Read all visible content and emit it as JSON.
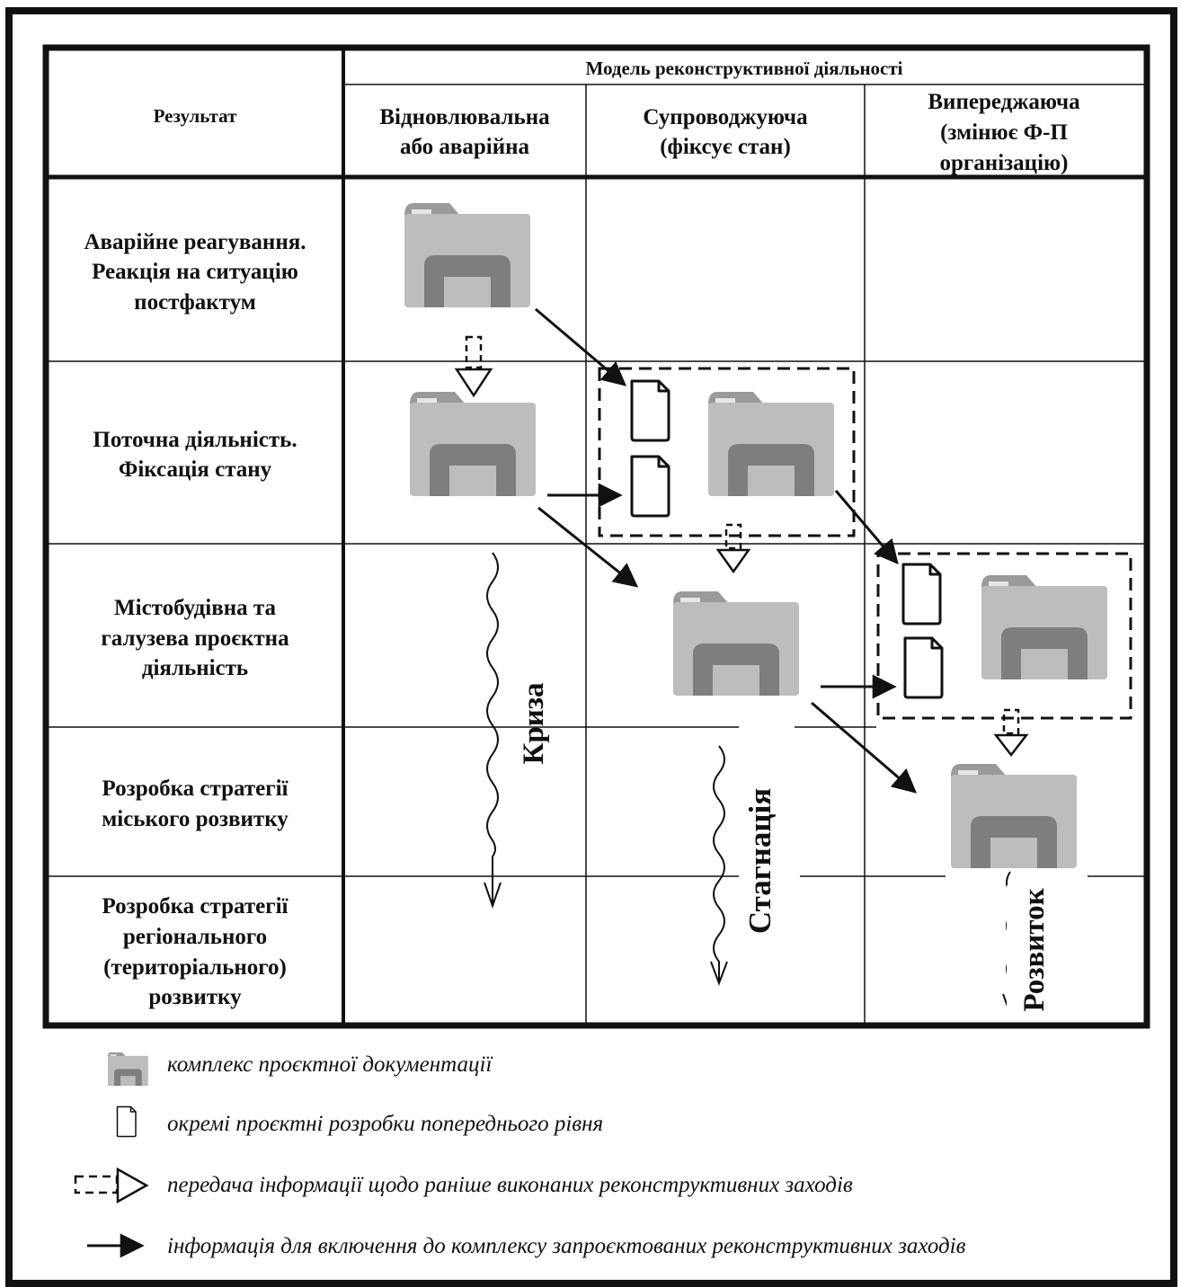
{
  "header": {
    "model_title": "Модель реконструктивної діяльності",
    "result_label": "Результат",
    "columns": [
      [
        "Відновлювальна",
        "або аварійна"
      ],
      [
        "Супроводжуюча",
        "(фіксує стан)"
      ],
      [
        "Випереджаюча",
        "(змінює Ф-П",
        "організацію)"
      ]
    ]
  },
  "rows": [
    [
      "Аварійне реагування.",
      "Реакція на ситуацію",
      "постфактум"
    ],
    [
      "Поточна діяльність.",
      "Фіксація стану"
    ],
    [
      "Містобудівна та",
      "галузева проєктна",
      "діяльність"
    ],
    [
      "Розробка стратегії",
      "міського розвитку"
    ],
    [
      "Розробка стратегії",
      "регіонального",
      "(територіального)",
      "розвитку"
    ]
  ],
  "trend_labels": {
    "crisis": "Криза",
    "stagnation": "Стагнація",
    "development": "Розвиток"
  },
  "legend": [
    {
      "icon": "folder-icon",
      "text": "комплекс проєктної документації"
    },
    {
      "icon": "document-icon",
      "text": "окремі проєктні розробки попереднього рівня"
    },
    {
      "icon": "dashed-arrow-icon",
      "text": "передача інформації щодо раніше виконаних реконструктивних заходів"
    },
    {
      "icon": "solid-arrow-icon",
      "text": "інформація  для включення до комплексу запроєктованих реконструктивних заходів"
    }
  ],
  "colors": {
    "folder_light": "#bcbcbc",
    "folder_dark": "#8a8a8a",
    "line": "#111111"
  }
}
